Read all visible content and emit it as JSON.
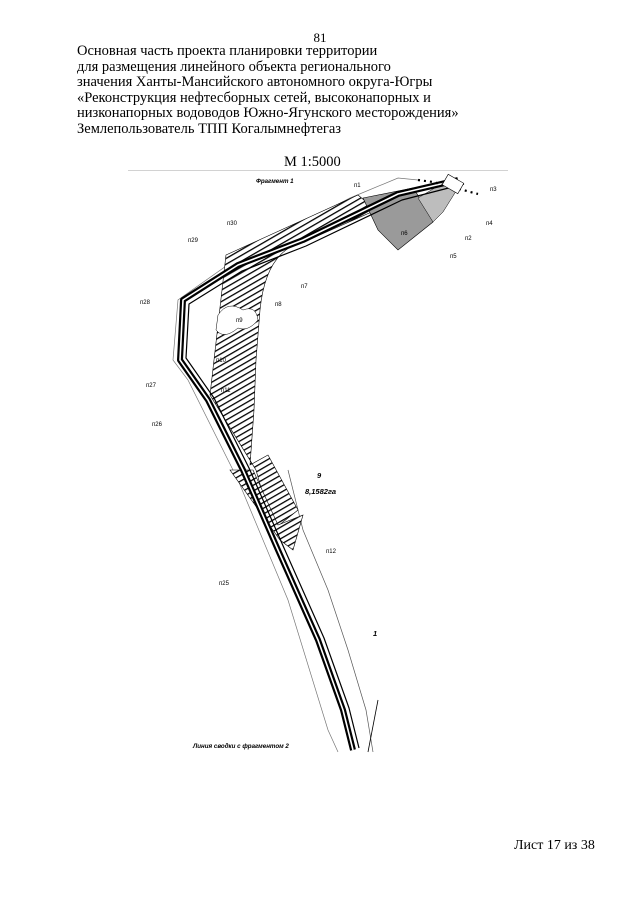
{
  "page_number": "81",
  "title_lines": [
    "Основная часть проекта планировки территории",
    "для размещения линейного объекта регионального",
    "значения Ханты-Мансийского автономного округа-Югры",
    "«Реконструкция нефтесборных сетей, высоконапорных и",
    "низконапорных водоводов Южно-Ягунского месторождения»",
    "Землепользователь ТПП Когалымнефтегаз"
  ],
  "scale": "М 1:5000",
  "map": {
    "fragment_label": "Фрагмент 1",
    "match_line_label": "Линия сводки с фрагментом 2",
    "parcel_number": "9",
    "parcel_area": "8,1582га",
    "segment_number": "1",
    "point_labels": {
      "n1": "п1",
      "n2": "п2",
      "n3": "п3",
      "n4": "п4",
      "n5": "п5",
      "n6": "п6",
      "n7": "п7",
      "n8": "п8",
      "n9": "п9",
      "n10": "п10",
      "n11": "п11",
      "n12": "п12",
      "n25": "п25",
      "n26": "п26",
      "n27": "п27",
      "n28": "п28",
      "n29": "п29",
      "n30": "п30"
    }
  },
  "sheet_info": "Лист 17 из 38"
}
